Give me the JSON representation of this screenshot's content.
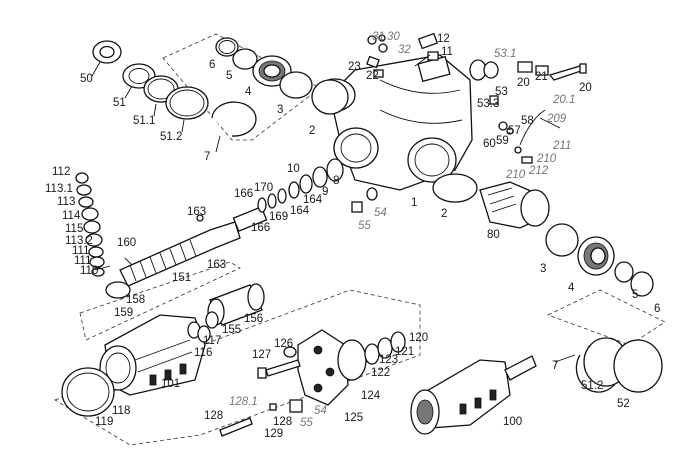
{
  "diagram": {
    "labels": {
      "l50": "50",
      "l51": "51",
      "l51_1": "51.1",
      "l51_2": "51.2",
      "l7a": "7",
      "l6a": "6",
      "l5a": "5",
      "l4a": "4",
      "l3a": "3",
      "l2a": "2",
      "l31": "31",
      "l30": "30",
      "l32": "32",
      "l12": "12",
      "l11": "11",
      "l23": "23",
      "l22": "22",
      "l53_1": "53.1",
      "l21": "21",
      "l20a": "20",
      "l20b": "20",
      "l53": "53",
      "l53_3": "53.3",
      "l20_1": "20.1",
      "l58": "58",
      "l209": "209",
      "l57": "57",
      "l59": "59",
      "l60": "60",
      "l211": "211",
      "l210a": "210",
      "l210b": "210",
      "l212": "212",
      "l112": "112",
      "l113_1": "113.1",
      "l113": "113",
      "l114": "114",
      "l115": "115",
      "l113_2": "113.2",
      "l111a": "111",
      "l111b": "111",
      "l110": "110",
      "l163a": "163",
      "l160": "160",
      "l166a": "166",
      "l170": "170",
      "l169": "169",
      "l166b": "166",
      "l164a": "164",
      "l164b": "164",
      "l10": "10",
      "l9": "9",
      "l8": "8",
      "l54a": "54",
      "l55a": "55",
      "l1": "1",
      "l2b": "2",
      "l80": "80",
      "l151": "151",
      "l163b": "163",
      "l158": "158",
      "l159": "159",
      "l156": "156",
      "l155": "155",
      "l117": "117",
      "l116": "116",
      "l101": "101",
      "l3b": "3",
      "l4b": "4",
      "l5b": "5",
      "l6b": "6",
      "l126": "126",
      "l127": "127",
      "l120": "120",
      "l121": "121",
      "l123": "123",
      "l122": "122",
      "l124": "124",
      "l7b": "7",
      "l51_2b": "51.2",
      "l52": "52",
      "l118": "118",
      "l119": "119",
      "l128_1": "128.1",
      "l128a": "128",
      "l128b": "128",
      "l54b": "54",
      "l55b": "55",
      "l129": "129",
      "l125": "125",
      "l100": "100"
    }
  }
}
